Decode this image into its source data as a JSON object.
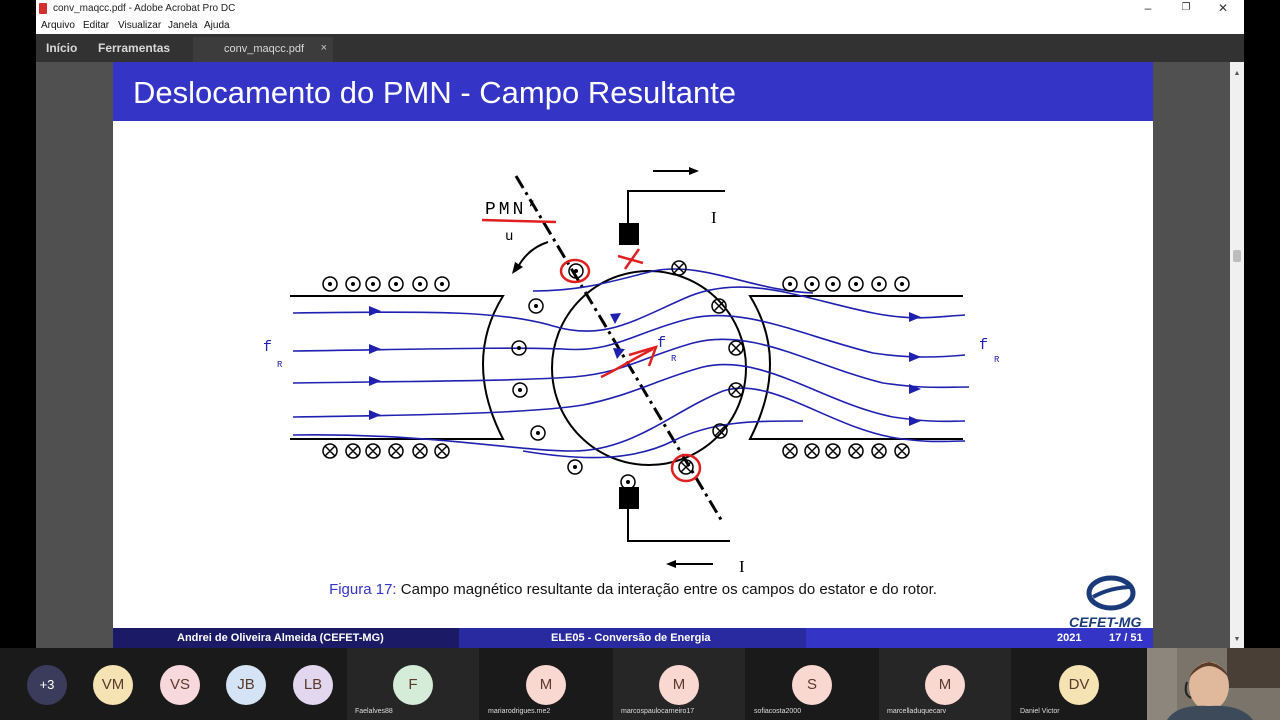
{
  "window": {
    "title": "conv_maqcc.pdf - Adobe Acrobat Pro DC",
    "menu": [
      "Arquivo",
      "Editar",
      "Visualizar",
      "Janela",
      "Ajuda"
    ]
  },
  "tabs": {
    "home": "Início",
    "tools": "Ferramentas",
    "document": "conv_maqcc.pdf",
    "close": "×"
  },
  "slide": {
    "title": "Deslocamento do PMN - Campo Resultante",
    "figure": {
      "pmn_label": "PMN’",
      "current_top": "I",
      "current_bottom": "I",
      "rotation_label": "u",
      "field_left": "f",
      "field_left_sub": "R",
      "field_right": "f",
      "field_right_sub": "R",
      "field_center": "f",
      "field_center_sub": "R"
    },
    "caption_label": "Figura 17:",
    "caption_text": " Campo magnético resultante da interação entre os campos do estator e do rotor.",
    "logo_text": "CEFET-MG",
    "footer": {
      "author": "Andrei de Oliveira Almeida  (CEFET-MG)",
      "course": "ELE05 - Conversão de Energia",
      "year": "2021",
      "page": "17 / 51"
    }
  },
  "participants": {
    "overflow": "+3",
    "avatars": [
      {
        "initials": "VM",
        "color": "#f6e3b4"
      },
      {
        "initials": "VS",
        "color": "#f7d9dd"
      },
      {
        "initials": "JB",
        "color": "#d4e3f5"
      },
      {
        "initials": "LB",
        "color": "#e3d7f0"
      }
    ],
    "tiles": [
      {
        "initials": "F",
        "name": "Faelalves88",
        "color": "#d5ecd9"
      },
      {
        "initials": "M",
        "name": "mariarodrigues.me2",
        "color": "#f9d8d2"
      },
      {
        "initials": "M",
        "name": "marcospaulocarneiro17",
        "color": "#f9d8d2"
      },
      {
        "initials": "S",
        "name": "sofiacosta2000",
        "color": "#f9d8d2"
      },
      {
        "initials": "M",
        "name": "marcelladuquecarv",
        "color": "#f9d8d2"
      },
      {
        "initials": "DV",
        "name": "Daniel Victor",
        "color": "#f6e3b4"
      }
    ]
  }
}
